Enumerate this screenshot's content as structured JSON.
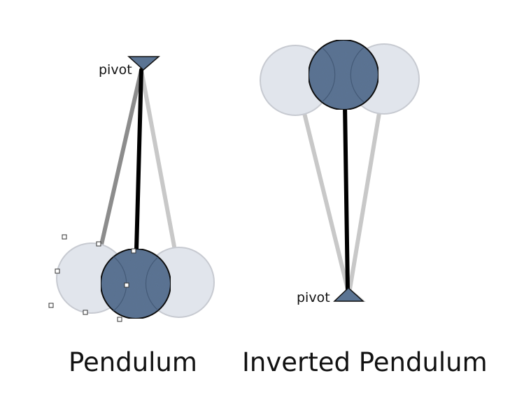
{
  "pendulum": {
    "pivot_label": "pivot",
    "caption": "Pendulum"
  },
  "inverted_pendulum": {
    "pivot_label": "pivot",
    "caption": "Inverted Pendulum"
  },
  "colors": {
    "bob_active": "#5b7493",
    "bob_ghost": "#e1e5ec",
    "rod_active": "#000000",
    "rod_ghost_dark": "#8c8c8c",
    "rod_ghost_light": "#c8c8c8",
    "pivot_fill": "#5b7493"
  }
}
